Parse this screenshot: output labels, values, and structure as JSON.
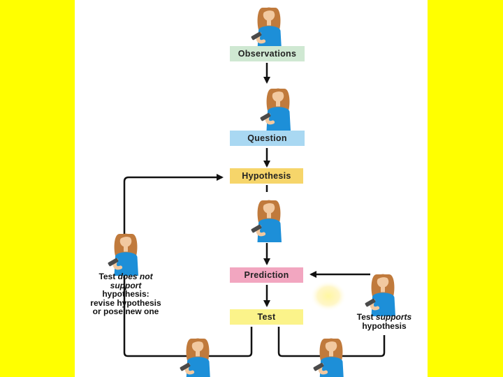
{
  "colors": {
    "background": "#ffff00",
    "slide": "#ffffff",
    "observations_box": "#cfe8d2",
    "question_box": "#a9d8f2",
    "hypothesis_box": "#f6d56a",
    "prediction_box": "#f2a6c0",
    "test_box": "#fbf38a",
    "shirt": "#1d8fd8",
    "hair": "#c07a3c",
    "skin": "#f2c9a0",
    "arrow": "#111111"
  },
  "steps": {
    "observations": "Observations",
    "question": "Question",
    "hypothesis": "Hypothesis",
    "prediction": "Prediction",
    "test": "Test"
  },
  "left_label": {
    "line1_prefix": "Test ",
    "line1_emph": "does not",
    "line2_emph": "support",
    "line3": "hypothesis:",
    "line4": "revise hypothesis",
    "line5": "or pose new one"
  },
  "right_label": {
    "line1_prefix": "Test ",
    "line1_emph": "supports",
    "line2": "hypothesis"
  },
  "icons": {
    "figure": "woman-with-flashlight-icon"
  }
}
